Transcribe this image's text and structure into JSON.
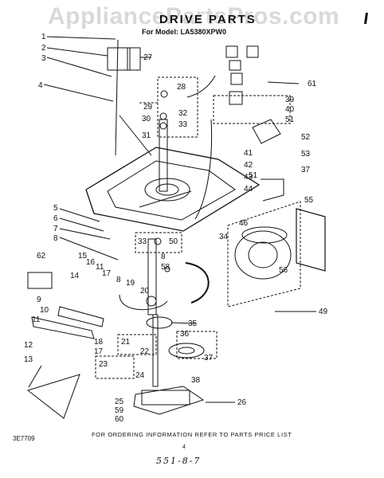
{
  "watermark": "AppliancePartsPros.com",
  "title": "DRIVE PARTS",
  "subtitle": "For Model: LA5380XPW0",
  "footer_code": "3E7709",
  "ordering_note": "FOR ORDERING INFORMATION REFER TO PARTS PRICE LIST",
  "page_number": "4",
  "handwritten_note": "551-8-7",
  "callouts": [
    {
      "id": "c1",
      "text": "1"
    },
    {
      "id": "c2",
      "text": "2"
    },
    {
      "id": "c3",
      "text": "3"
    },
    {
      "id": "c4",
      "text": "4"
    },
    {
      "id": "c27",
      "text": "27"
    },
    {
      "id": "c28",
      "text": "28"
    },
    {
      "id": "c29",
      "text": "29"
    },
    {
      "id": "c30",
      "text": "30"
    },
    {
      "id": "c31",
      "text": "31"
    },
    {
      "id": "c32",
      "text": "32"
    },
    {
      "id": "c33a",
      "text": "33"
    },
    {
      "id": "c61",
      "text": "61"
    },
    {
      "id": "c39",
      "text": "39"
    },
    {
      "id": "c40",
      "text": "40"
    },
    {
      "id": "c51a",
      "text": "51"
    },
    {
      "id": "c41",
      "text": "41"
    },
    {
      "id": "c42",
      "text": "42"
    },
    {
      "id": "c51b",
      "text": "51"
    },
    {
      "id": "c52",
      "text": "52"
    },
    {
      "id": "c53",
      "text": "53"
    },
    {
      "id": "c43",
      "text": "43"
    },
    {
      "id": "c37a",
      "text": "37"
    },
    {
      "id": "c44",
      "text": "44"
    },
    {
      "id": "c55",
      "text": "55"
    },
    {
      "id": "c5",
      "text": "5"
    },
    {
      "id": "c6",
      "text": "6"
    },
    {
      "id": "c7",
      "text": "7"
    },
    {
      "id": "c8a",
      "text": "8"
    },
    {
      "id": "c33b",
      "text": "33"
    },
    {
      "id": "c50",
      "text": "50"
    },
    {
      "id": "c34",
      "text": "34"
    },
    {
      "id": "c46",
      "text": "46"
    },
    {
      "id": "c8b",
      "text": "8"
    },
    {
      "id": "c58",
      "text": "58"
    },
    {
      "id": "c62",
      "text": "62"
    },
    {
      "id": "c14",
      "text": "14"
    },
    {
      "id": "c15",
      "text": "15"
    },
    {
      "id": "c16",
      "text": "16"
    },
    {
      "id": "c11a",
      "text": "11"
    },
    {
      "id": "c17a",
      "text": "17"
    },
    {
      "id": "c8c",
      "text": "8"
    },
    {
      "id": "c9",
      "text": "9"
    },
    {
      "id": "c10",
      "text": "10"
    },
    {
      "id": "c19",
      "text": "19"
    },
    {
      "id": "c20",
      "text": "20"
    },
    {
      "id": "c56",
      "text": "56"
    },
    {
      "id": "c11b",
      "text": "11"
    },
    {
      "id": "c12",
      "text": "12"
    },
    {
      "id": "c18",
      "text": "18"
    },
    {
      "id": "c17b",
      "text": "17"
    },
    {
      "id": "c49",
      "text": "49"
    },
    {
      "id": "c35",
      "text": "35"
    },
    {
      "id": "c36",
      "text": "36"
    },
    {
      "id": "c21",
      "text": "21"
    },
    {
      "id": "c22",
      "text": "22"
    },
    {
      "id": "c37b",
      "text": "37"
    },
    {
      "id": "c13",
      "text": "13"
    },
    {
      "id": "c23",
      "text": "23"
    },
    {
      "id": "c24",
      "text": "24"
    },
    {
      "id": "c38",
      "text": "38"
    },
    {
      "id": "c25",
      "text": "25"
    },
    {
      "id": "c59",
      "text": "59"
    },
    {
      "id": "c60",
      "text": "60"
    },
    {
      "id": "c26",
      "text": "26"
    }
  ]
}
